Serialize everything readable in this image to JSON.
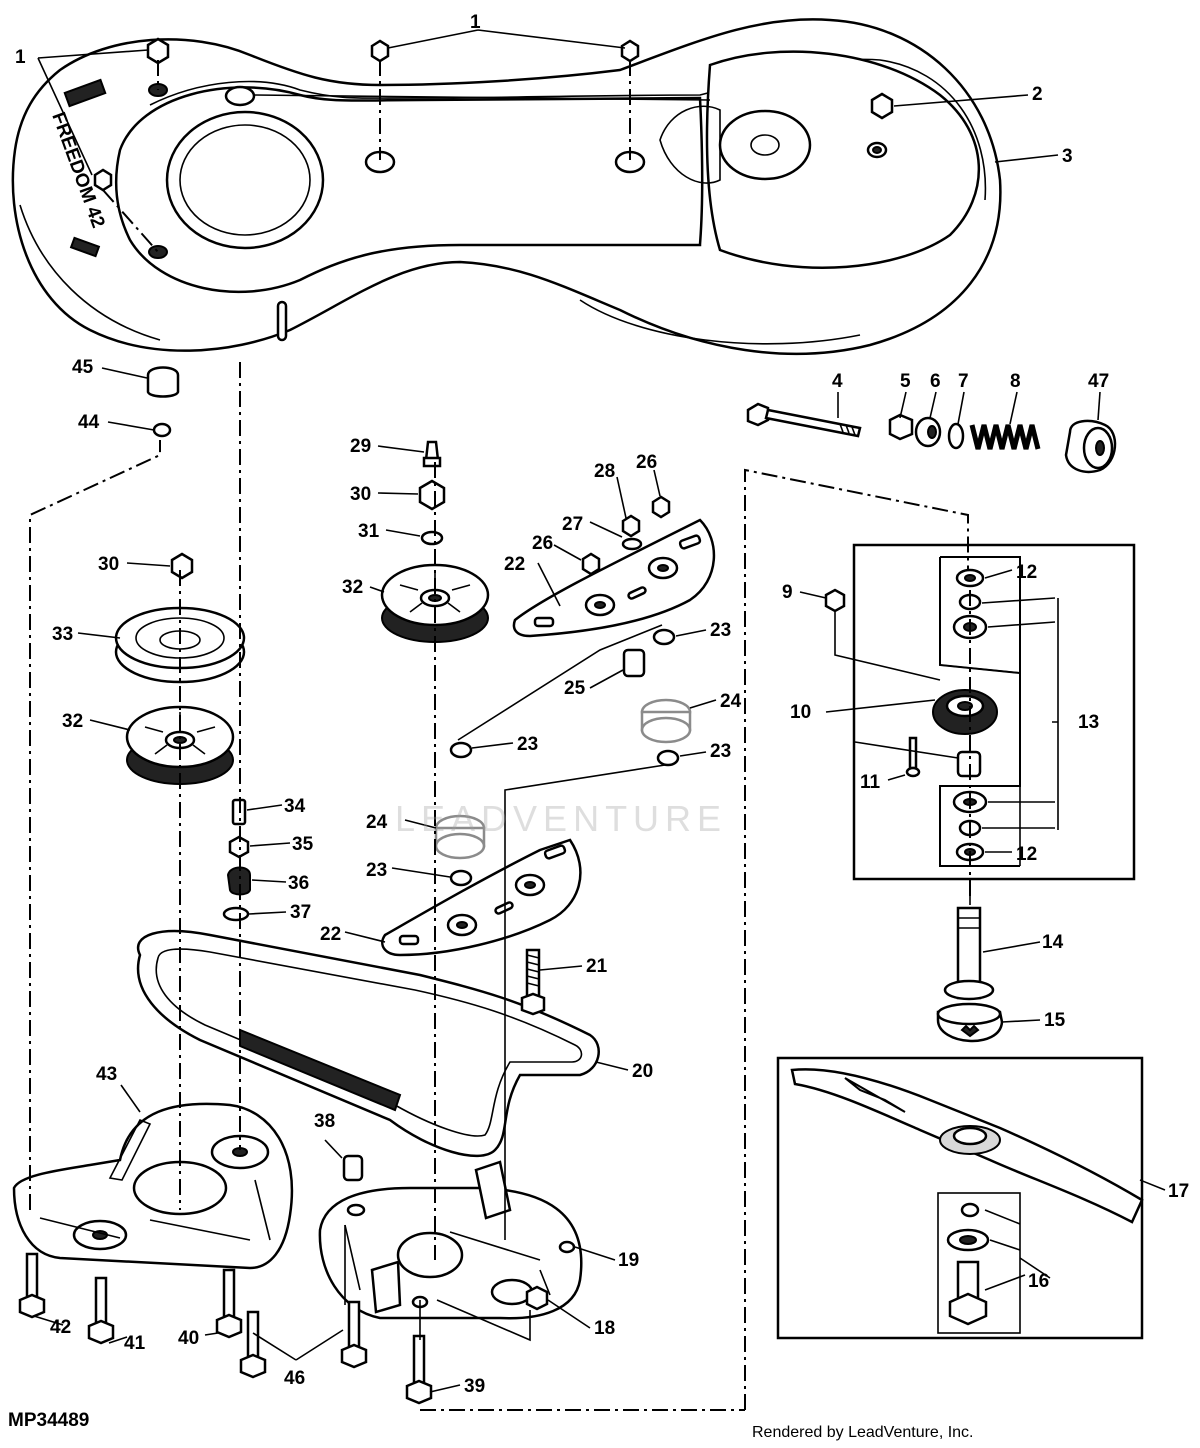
{
  "figure_id": "MP34489",
  "credit": "Rendered by LeadVenture, Inc.",
  "watermark": "LEADVENTURE",
  "deck_logo": "FREEDOM 42",
  "callouts": [
    "1",
    "2",
    "3",
    "4",
    "5",
    "6",
    "7",
    "8",
    "9",
    "10",
    "11",
    "12",
    "13",
    "14",
    "15",
    "16",
    "17",
    "18",
    "19",
    "20",
    "21",
    "22",
    "23",
    "24",
    "25",
    "26",
    "27",
    "28",
    "29",
    "30",
    "31",
    "32",
    "33",
    "34",
    "35",
    "36",
    "37",
    "38",
    "39",
    "40",
    "41",
    "42",
    "43",
    "44",
    "45",
    "46",
    "47"
  ],
  "assemblies": {
    "bearing_housing_assembly": "13",
    "blade_assembly": "17",
    "blade_hardware_group": "16"
  }
}
